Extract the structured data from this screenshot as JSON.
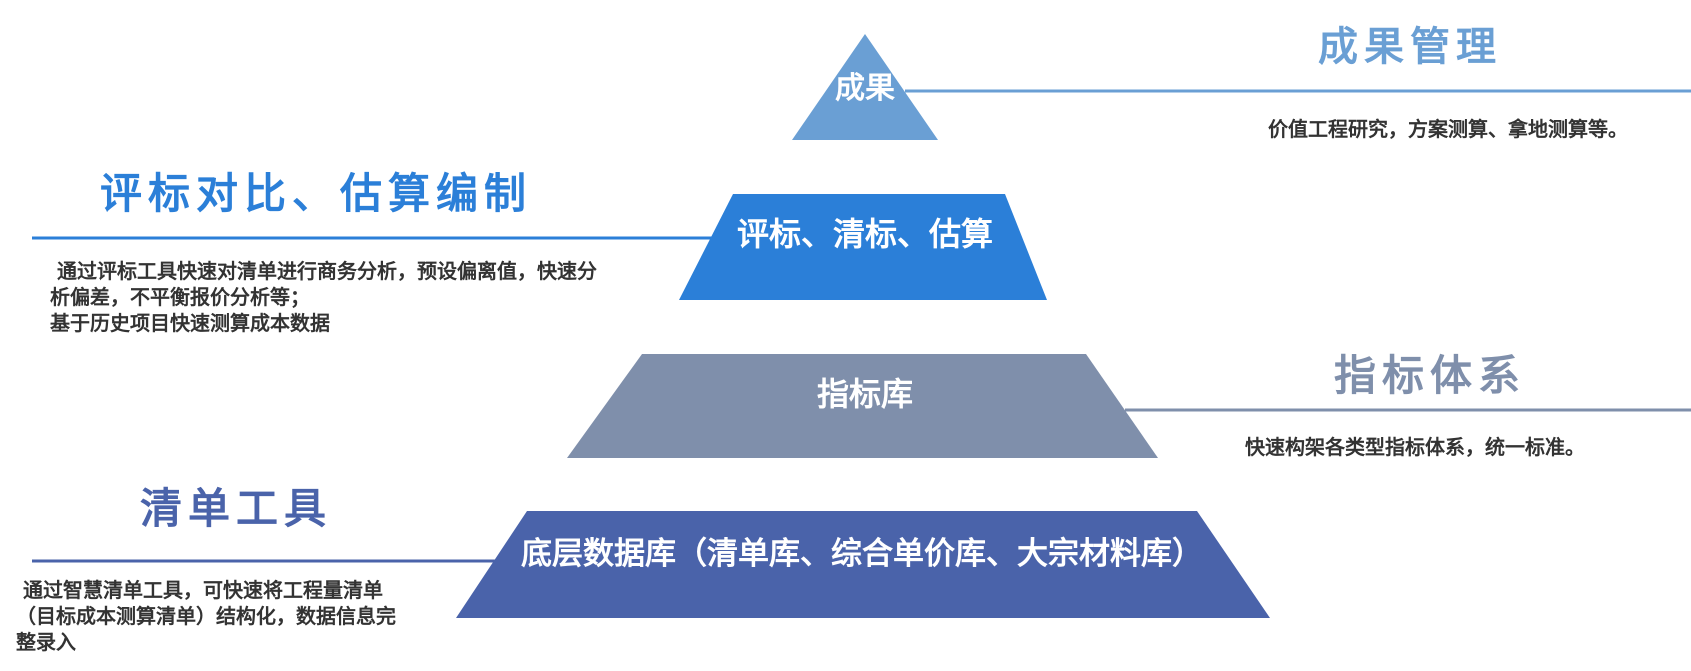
{
  "colors": {
    "tier1": "#6a9fd4",
    "tier2": "#2b7fd8",
    "tier3": "#7f8fab",
    "tier4": "#4a63aa",
    "heading_light_blue": "#6a9fd4",
    "heading_blue": "#2b7fd8",
    "heading_gray": "#7f8fab",
    "heading_indigo": "#4a63aa",
    "description_text": "#333333"
  },
  "pyramid": {
    "tier1": {
      "label": "成果"
    },
    "tier2": {
      "label": "评标、清标、估算"
    },
    "tier3": {
      "label": "指标库"
    },
    "tier4": {
      "label": "底层数据库（清单库、综合单价库、大宗材料库）"
    }
  },
  "annotations": {
    "results": {
      "heading": "成果管理",
      "description": "价值工程研究，方案测算、拿地测算等。"
    },
    "bid_evaluation": {
      "heading": "评标对比、估算编制",
      "description_line1": " 通过评标工具快速对清单进行商务分析，预设偏离值，快速分",
      "description_line2": "析偏差，不平衡报价分析等；",
      "description_line3": "基于历史项目快速测算成本数据"
    },
    "index_system": {
      "heading": "指标体系",
      "description": "快速构架各类型指标体系，统一标准。"
    },
    "bill_tool": {
      "heading": "清单工具",
      "description_line1": " 通过智慧清单工具，可快速将工程量清单",
      "description_line2": "（目标成本测算清单）结构化，数据信息完",
      "description_line3": "整录入"
    }
  }
}
